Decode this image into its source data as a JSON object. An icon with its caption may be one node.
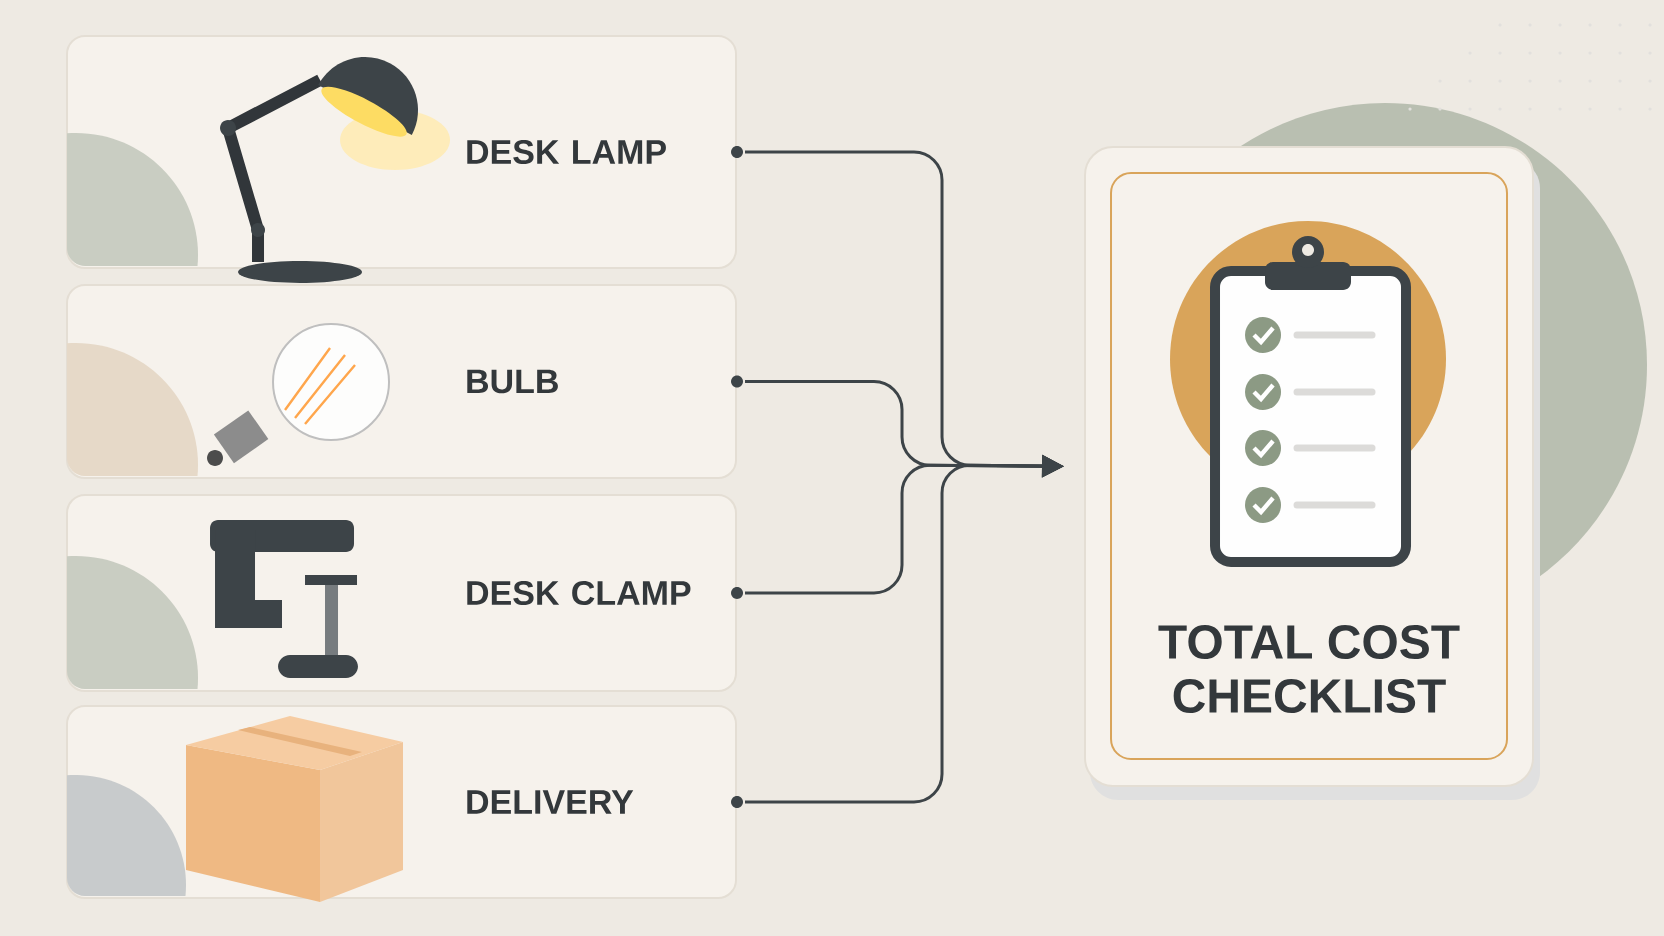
{
  "diagram": {
    "nodes": [
      {
        "text": [
          "DESK LAMP"
        ]
      },
      {
        "text": [
          "BULB"
        ]
      },
      {
        "text": [
          "DESK CLAMP"
        ]
      },
      {
        "text": [
          "DELIVERY"
        ]
      },
      {
        "text": [
          "TOTAL COST CHECKLIST"
        ]
      }
    ],
    "edges": [
      {
        "from": 0,
        "to": 4,
        "arrow": "to"
      },
      {
        "from": 1,
        "to": 4,
        "arrow": "to"
      },
      {
        "from": 2,
        "to": 4,
        "arrow": "to"
      },
      {
        "from": 3,
        "to": 4,
        "arrow": "to"
      }
    ]
  }
}
